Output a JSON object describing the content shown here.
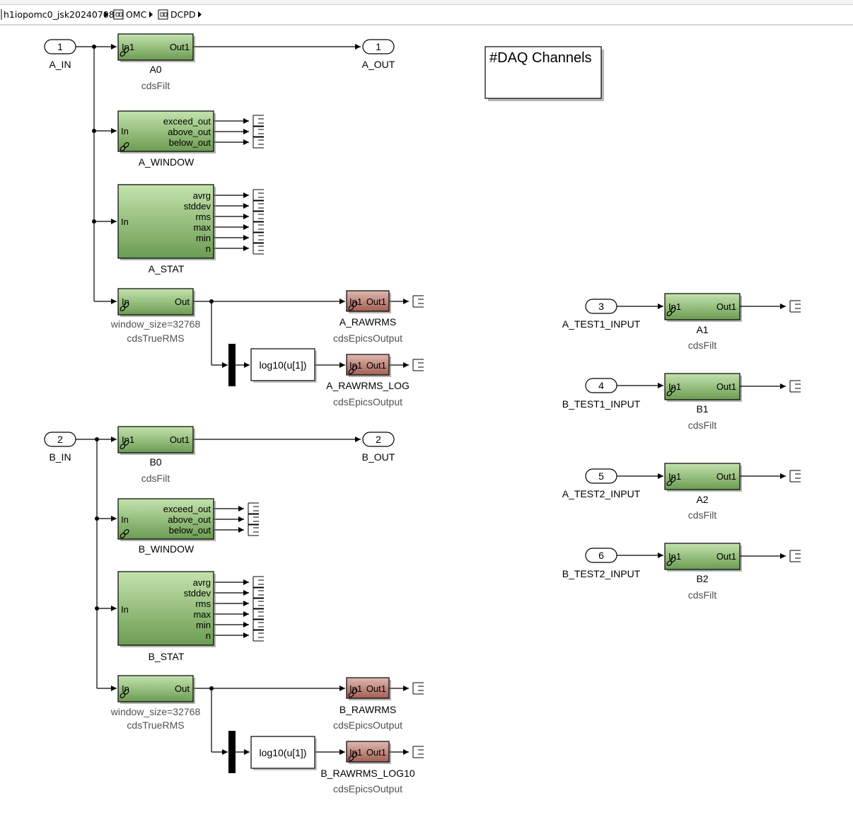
{
  "breadcrumb": {
    "root": "h1iopomc0_jsk20240708",
    "items": [
      "OMC",
      "DCPD"
    ]
  },
  "annotation": {
    "text": "#DAQ Channels"
  },
  "inports": [
    {
      "num": "1",
      "name": "A_IN"
    },
    {
      "num": "2",
      "name": "B_IN"
    },
    {
      "num": "3",
      "name": "A_TEST1_INPUT"
    },
    {
      "num": "4",
      "name": "B_TEST1_INPUT"
    },
    {
      "num": "5",
      "name": "A_TEST2_INPUT"
    },
    {
      "num": "6",
      "name": "B_TEST2_INPUT"
    }
  ],
  "outports": [
    {
      "num": "1",
      "name": "A_OUT"
    },
    {
      "num": "2",
      "name": "B_OUT"
    }
  ],
  "filters": [
    {
      "name": "A0",
      "lib": "cdsFilt",
      "in": "In1",
      "out": "Out1"
    },
    {
      "name": "B0",
      "lib": "cdsFilt",
      "in": "In1",
      "out": "Out1"
    },
    {
      "name": "A1",
      "lib": "cdsFilt",
      "in": "In1",
      "out": "Out1"
    },
    {
      "name": "B1",
      "lib": "cdsFilt",
      "in": "In1",
      "out": "Out1"
    },
    {
      "name": "A2",
      "lib": "cdsFilt",
      "in": "In1",
      "out": "Out1"
    },
    {
      "name": "B2",
      "lib": "cdsFilt",
      "in": "In1",
      "out": "Out1"
    }
  ],
  "windows": [
    {
      "name": "A_WINDOW",
      "in": "In",
      "outs": [
        "exceed_out",
        "above_out",
        "below_out"
      ]
    },
    {
      "name": "B_WINDOW",
      "in": "In",
      "outs": [
        "exceed_out",
        "above_out",
        "below_out"
      ]
    }
  ],
  "stats": [
    {
      "name": "A_STAT",
      "in": "In",
      "outs": [
        "avrg",
        "stddev",
        "rms",
        "max",
        "min",
        "n"
      ]
    },
    {
      "name": "B_STAT",
      "in": "In",
      "outs": [
        "avrg",
        "stddev",
        "rms",
        "max",
        "min",
        "n"
      ]
    }
  ],
  "truerms": [
    {
      "param": "window_size=32768",
      "lib": "cdsTrueRMS",
      "in": "In",
      "out": "Out"
    },
    {
      "param": "window_size=32768",
      "lib": "cdsTrueRMS",
      "in": "In",
      "out": "Out"
    }
  ],
  "epics": [
    {
      "name": "A_RAWRMS",
      "lib": "cdsEpicsOutput",
      "in": "In1",
      "out": "Out1"
    },
    {
      "name": "A_RAWRMS_LOG",
      "lib": "cdsEpicsOutput",
      "in": "In1",
      "out": "Out1"
    },
    {
      "name": "B_RAWRMS",
      "lib": "cdsEpicsOutput",
      "in": "In1",
      "out": "Out1"
    },
    {
      "name": "B_RAWRMS_LOG10",
      "lib": "cdsEpicsOutput",
      "in": "In1",
      "out": "Out1"
    }
  ],
  "fcn": [
    {
      "expr": "log10(u[1])"
    },
    {
      "expr": "log10(u[1])"
    }
  ],
  "colors": {
    "filter_green_top": "#b9dca2",
    "filter_green_bottom": "#6f9f55",
    "epics_red_top": "#dcb2aa",
    "epics_red_bottom": "#a6655b",
    "wire": "#000000"
  }
}
